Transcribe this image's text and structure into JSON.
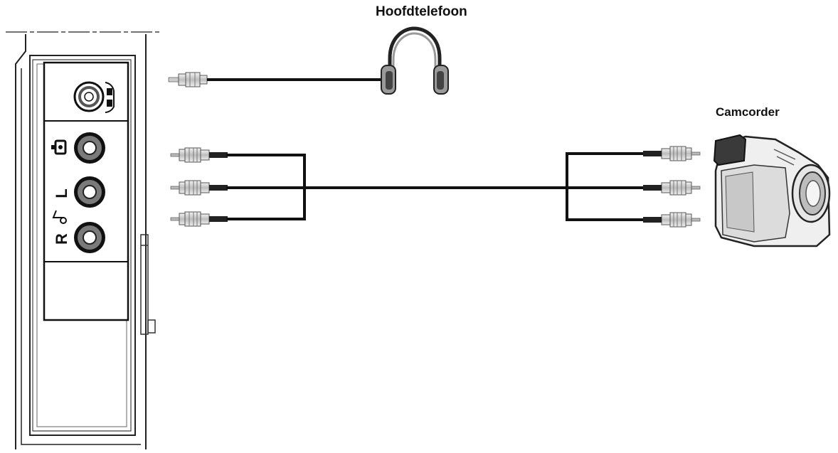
{
  "labels": {
    "headphones": "Hoofdtelefoon",
    "camcorder": "Camcorder"
  },
  "panel": {
    "jacks": [
      {
        "id": "headphone-jack",
        "icon": "headphone-jack-icon"
      },
      {
        "id": "video-jack",
        "icon": "video-camera-icon"
      },
      {
        "id": "audio-left-jack",
        "text": "L"
      },
      {
        "id": "audio-right-jack",
        "text": "R"
      }
    ]
  },
  "colors": {
    "line": "#111111",
    "plug_fill": "#d9d9d9",
    "jack_ring": "#6e6e6e"
  }
}
